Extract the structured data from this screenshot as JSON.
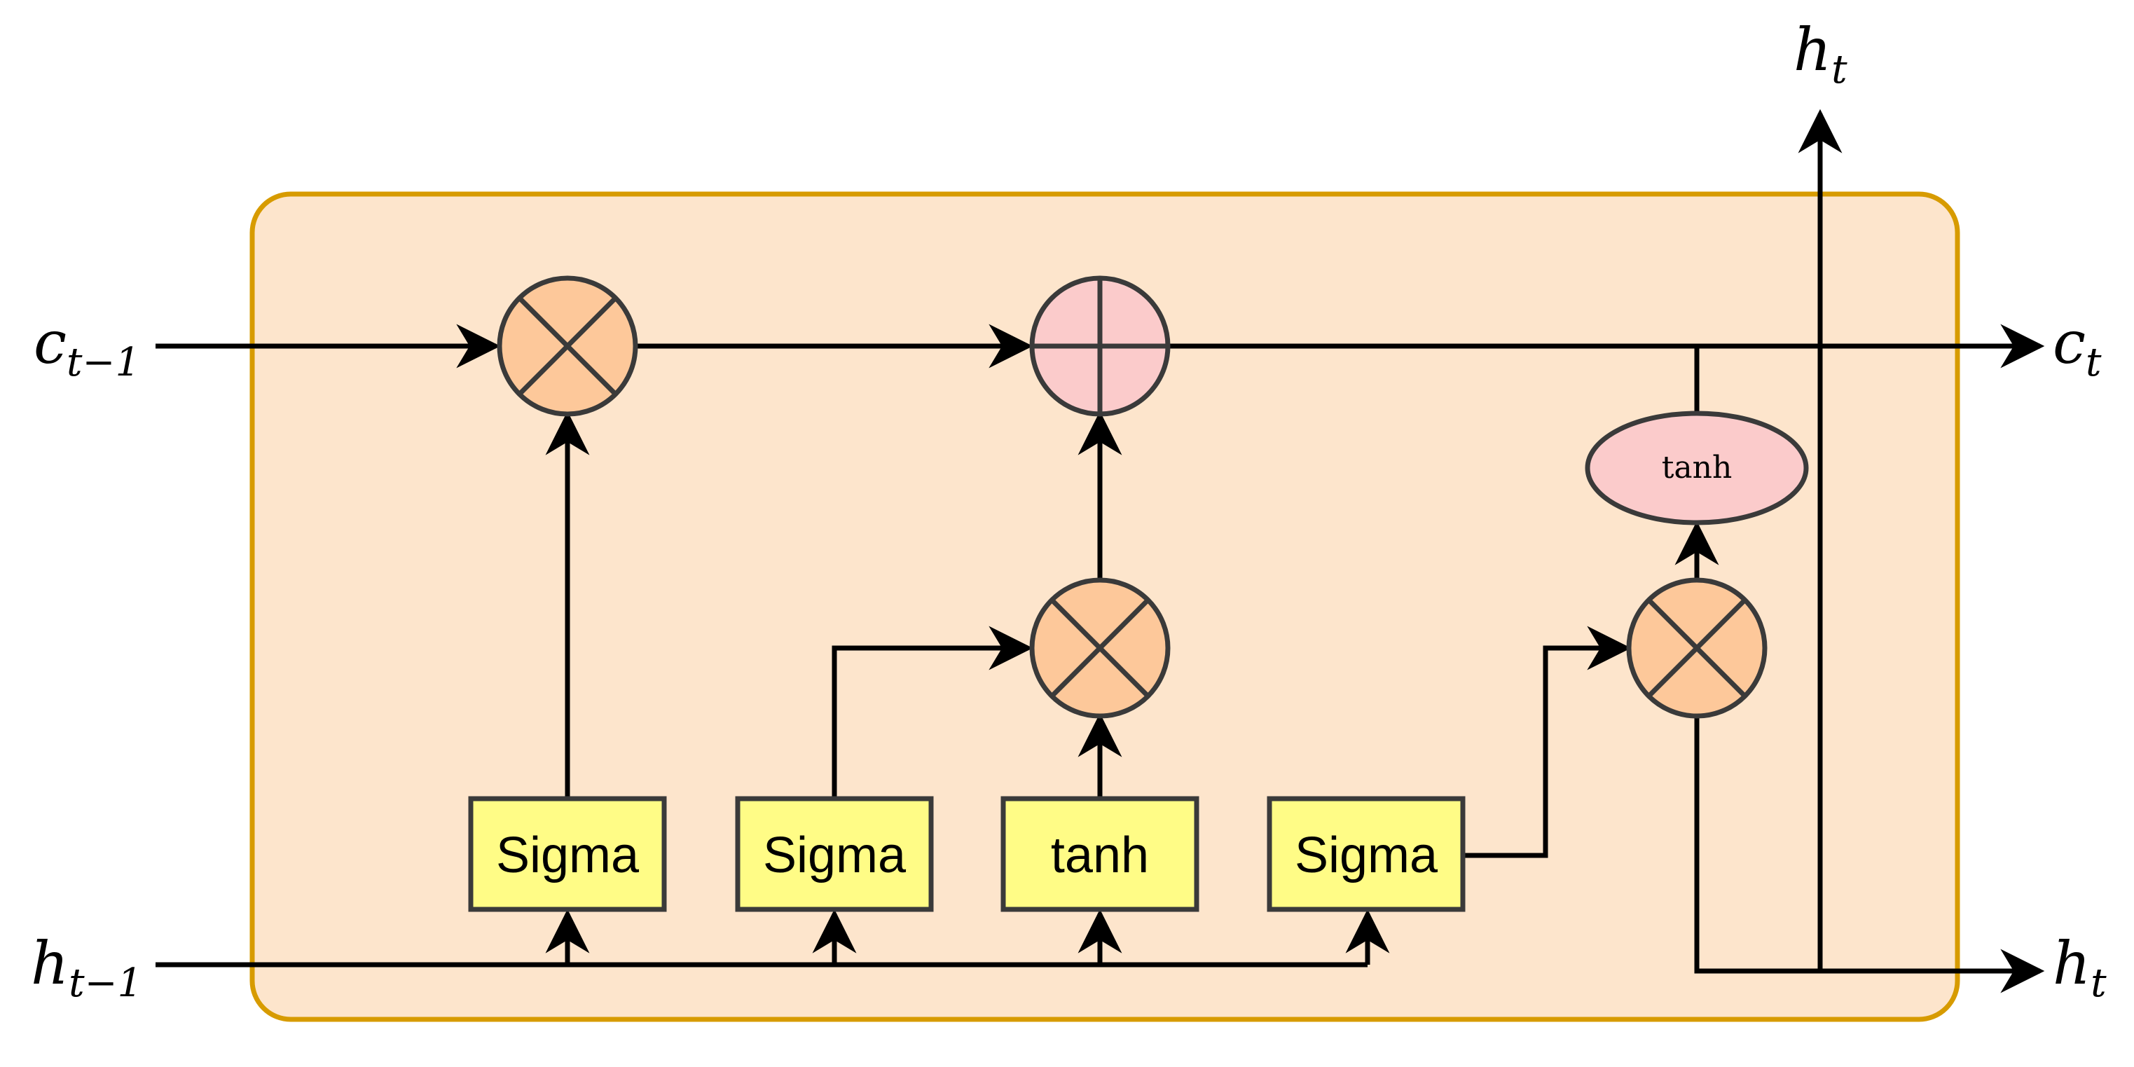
{
  "colors": {
    "cell_fill": "#fde5cc",
    "cell_border": "#d79b00",
    "mult_fill": "#fdc89a",
    "add_fill": "#fbcbcb",
    "gate_fill": "#fffc86",
    "stroke": "#3a3a3a",
    "line": "#000000"
  },
  "inputs": {
    "c_prev": {
      "base": "c",
      "sub": "t−1"
    },
    "h_prev": {
      "base": "h",
      "sub": "t−1"
    }
  },
  "outputs": {
    "c_next": {
      "base": "c",
      "sub": "t"
    },
    "h_next_right": {
      "base": "h",
      "sub": "t"
    },
    "h_next_top": {
      "base": "h",
      "sub": "t"
    }
  },
  "gates": [
    {
      "id": "forget_gate",
      "label": "Sigma"
    },
    {
      "id": "input_gate",
      "label": "Sigma"
    },
    {
      "id": "candidate",
      "label": "tanh"
    },
    {
      "id": "output_gate",
      "label": "Sigma"
    }
  ],
  "cell_tanh": {
    "label": "tanh"
  },
  "operators": {
    "multiply_symbol": "×",
    "add_symbol": "+"
  }
}
